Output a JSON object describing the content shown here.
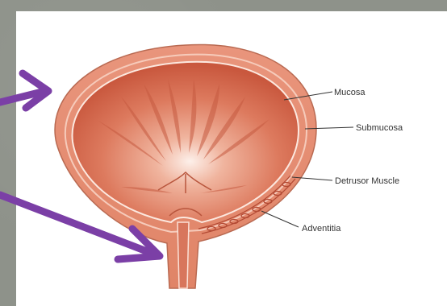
{
  "diagram": {
    "labels": {
      "mucosa": "Mucosa",
      "submucosa": "Submucosa",
      "detrusor": "Detrusor Muscle",
      "adventitia": "Adventitia"
    },
    "colors": {
      "background": "#8e928a",
      "panel": "#ffffff",
      "outer_wall": "#e8937a",
      "inner_cavity": "#d4644a",
      "highlight": "#fbe6dc",
      "arrow": "#7b3fa6",
      "leader": "#333333"
    }
  }
}
